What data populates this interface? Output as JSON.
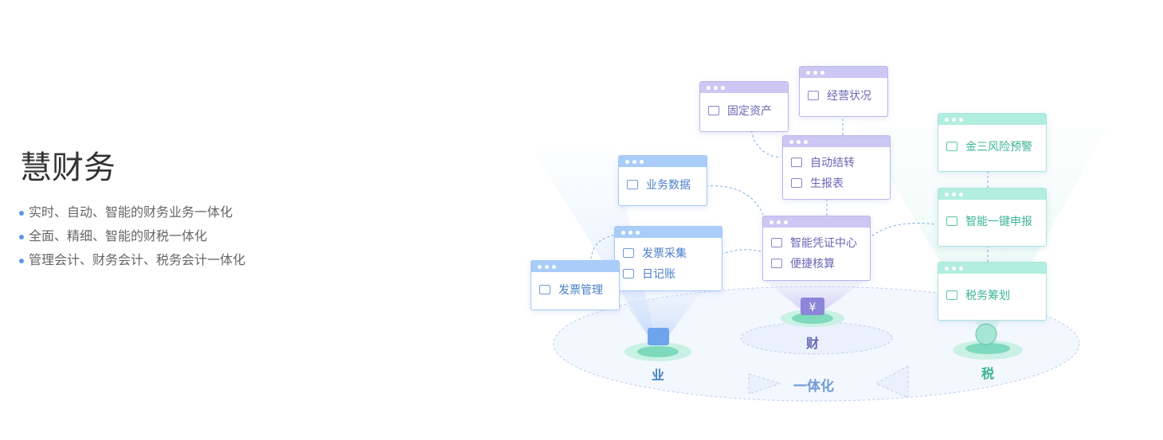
{
  "title": "慧财务",
  "bullets": [
    "实时、自动、智能的财务业务一体化",
    "全面、精细、智能的财税一体化",
    "管理会计、财务会计、税务会计一体化"
  ],
  "diagram": {
    "cards": [
      {
        "id": "fixed-assets",
        "theme": "purple",
        "items": [
          {
            "icon": "building-icon",
            "label": "固定资产"
          }
        ]
      },
      {
        "id": "business-status",
        "theme": "purple",
        "items": [
          {
            "icon": "chart-icon",
            "label": "经营状况"
          }
        ]
      },
      {
        "id": "auto-carry",
        "theme": "purple",
        "items": [
          {
            "icon": "transfer-icon",
            "label": "自动结转"
          },
          {
            "icon": "report-icon",
            "label": "生报表"
          }
        ]
      },
      {
        "id": "business-data",
        "theme": "blue",
        "items": [
          {
            "icon": "briefcase-icon",
            "label": "业务数据"
          }
        ]
      },
      {
        "id": "invoice-collect",
        "theme": "blue",
        "items": [
          {
            "icon": "invoice-scan-icon",
            "label": "发票采集"
          },
          {
            "icon": "calendar-icon",
            "label": "日记账"
          }
        ]
      },
      {
        "id": "invoice-manage",
        "theme": "blue",
        "items": [
          {
            "icon": "invoice-icon",
            "label": "发票管理"
          }
        ]
      },
      {
        "id": "voucher-center",
        "theme": "purple",
        "items": [
          {
            "icon": "voucher-icon",
            "label": "智能凭证中心"
          },
          {
            "icon": "calculator-icon",
            "label": "便捷核算"
          }
        ]
      },
      {
        "id": "risk-alert",
        "theme": "green",
        "items": [
          {
            "icon": "alarm-icon",
            "label": "金三风险预警"
          }
        ]
      },
      {
        "id": "one-click-filing",
        "theme": "green",
        "items": [
          {
            "icon": "printer-icon",
            "label": "智能一键申报"
          }
        ]
      },
      {
        "id": "tax-planning",
        "theme": "green",
        "items": [
          {
            "icon": "tax-card-icon",
            "label": "税务筹划"
          }
        ]
      }
    ],
    "labels": {
      "business": "业",
      "finance": "财",
      "tax": "税",
      "integration": "一体化"
    },
    "colors": {
      "blue": "#4a7fc8",
      "purple": "#6a66b5",
      "green": "#3cb594"
    }
  }
}
